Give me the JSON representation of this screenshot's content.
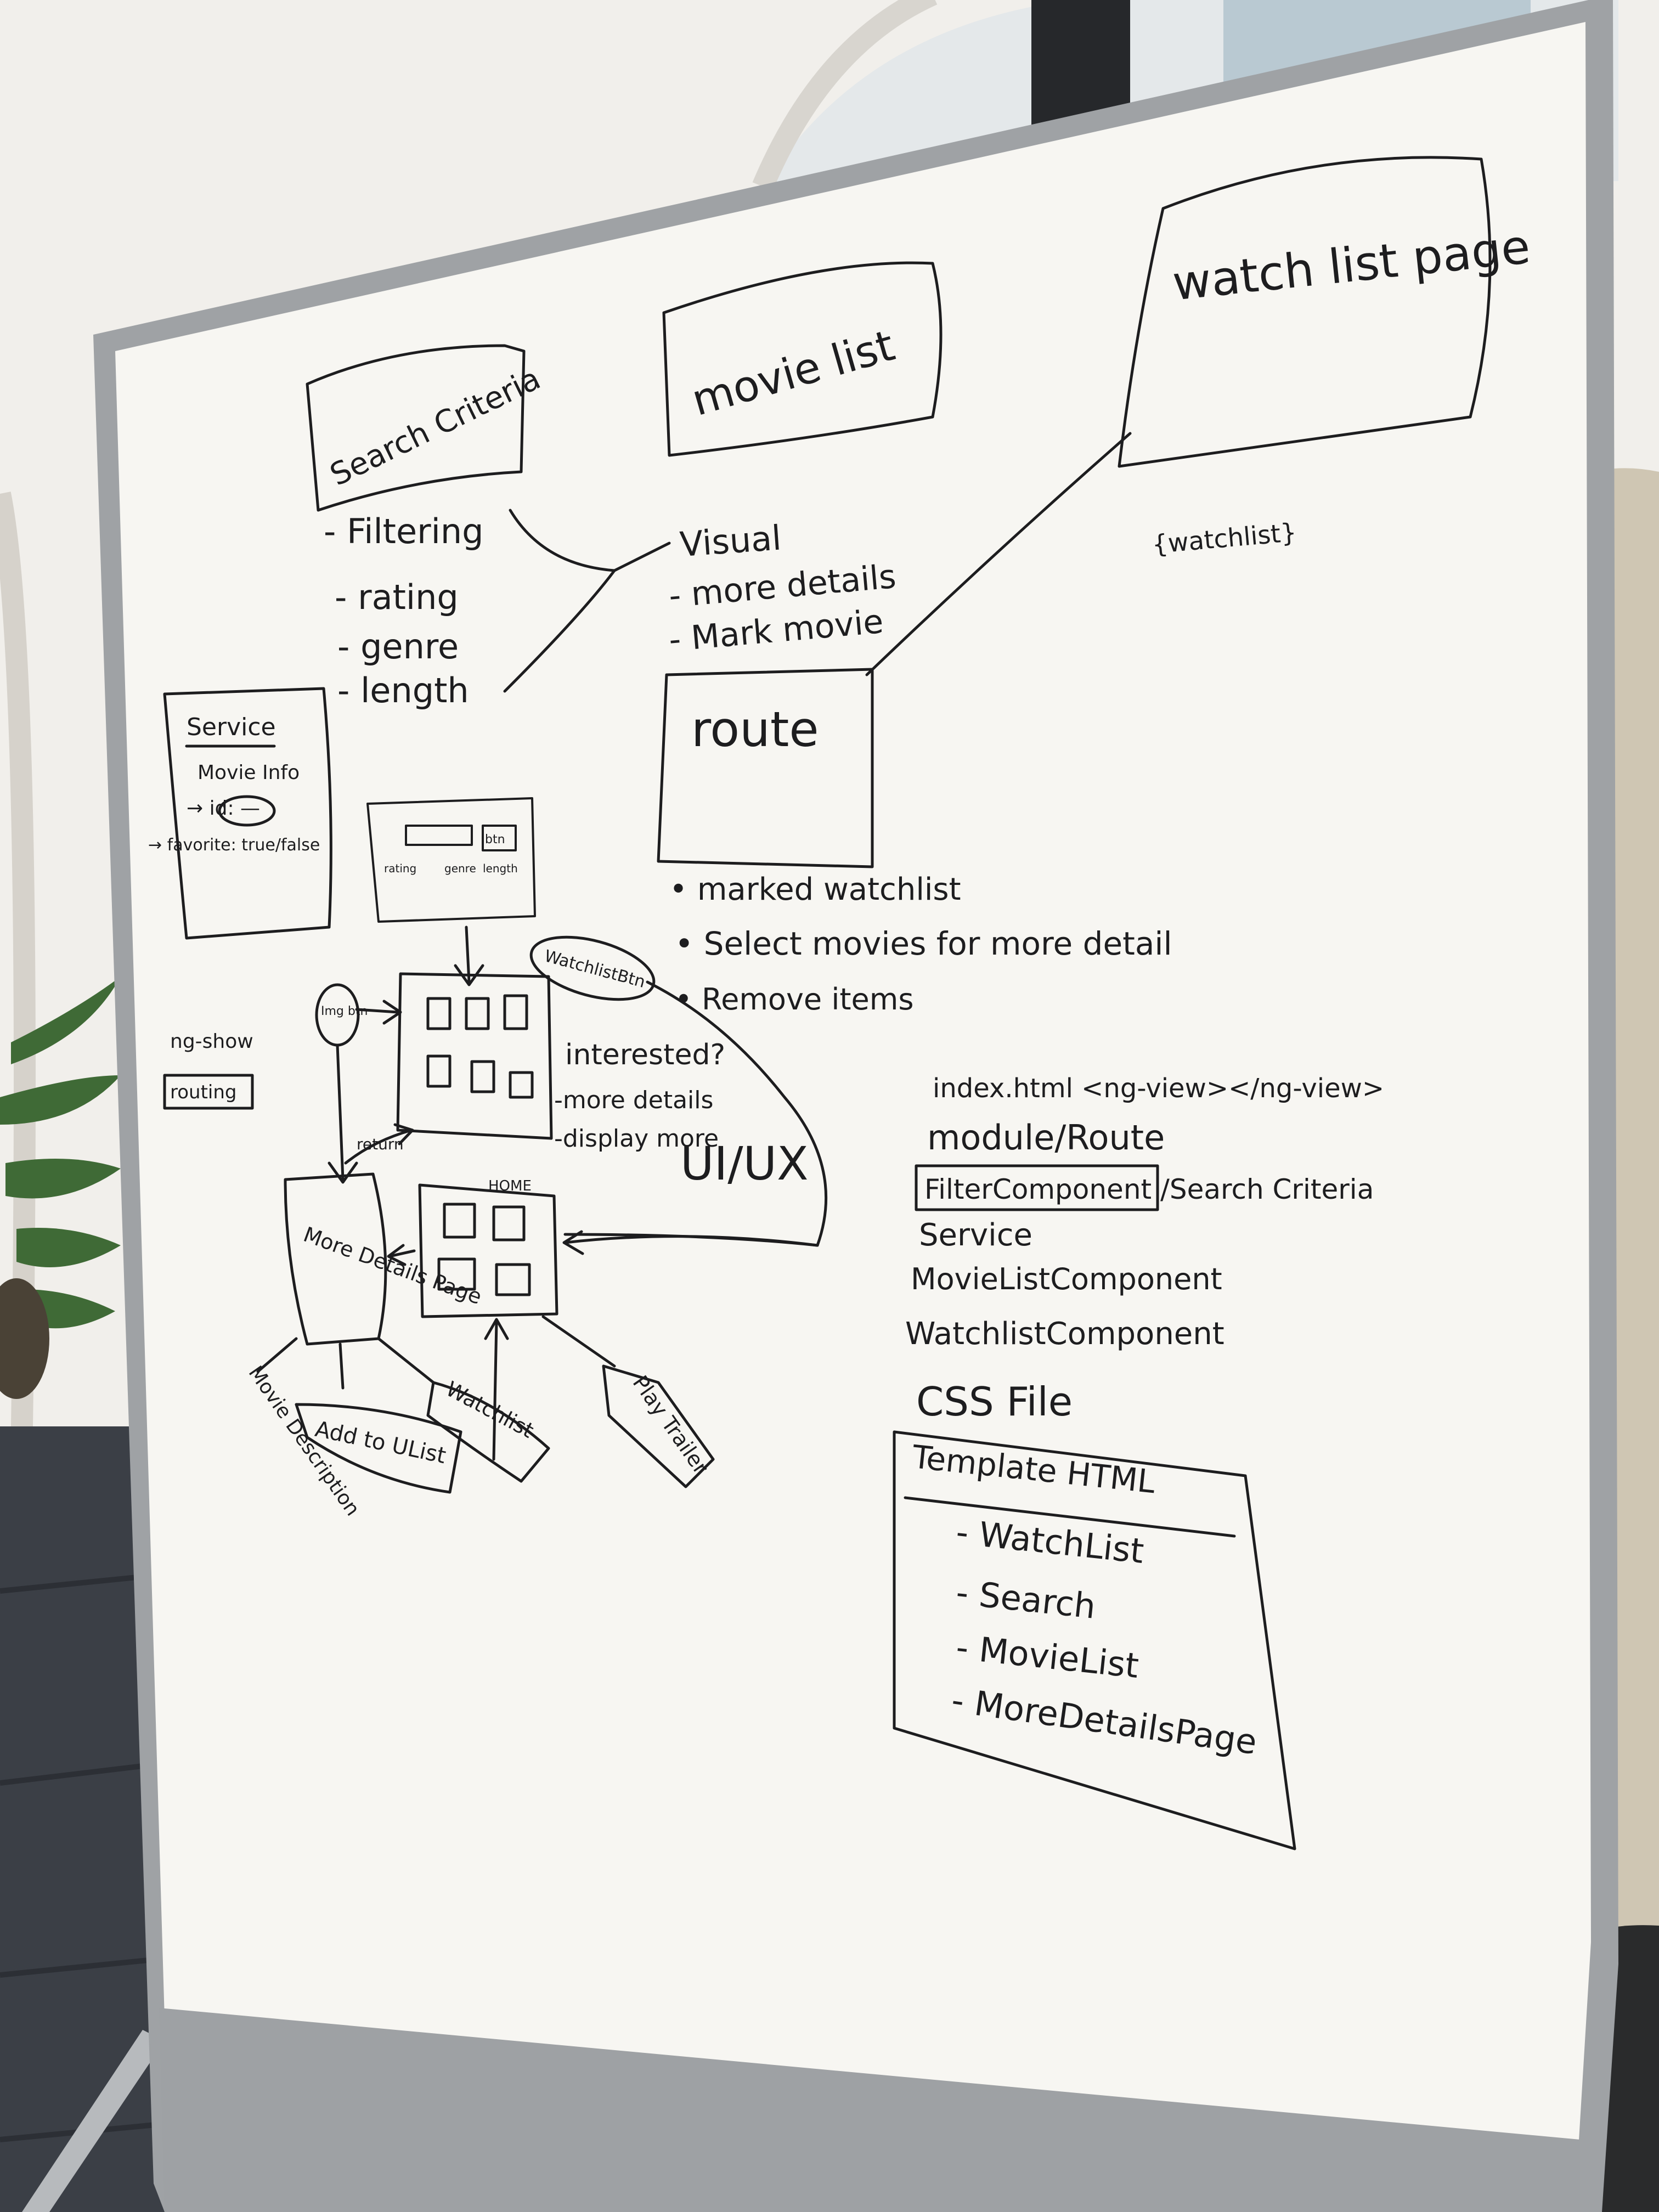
{
  "scene": {
    "colors": {
      "wall": "#f1efeb",
      "whiteboard": "#f7f6f2",
      "frame": "#9fa2a5",
      "floor": "#3b3f46",
      "chair_fabric": "#cfc6b3",
      "marker_ink": "#1d1d1f",
      "plant": "#3f6a36"
    }
  },
  "whiteboard": {
    "search_box": {
      "label": "Search Criteria"
    },
    "movie_list_box": {
      "label": "movie list"
    },
    "watch_list_box": {
      "label": "watch list page"
    },
    "watchlist_tag": "{watchlist}",
    "search_notes": [
      "- Filtering",
      "- rating",
      "- genre",
      "- length"
    ],
    "movie_notes": [
      "Visual",
      "- more details",
      "- Mark movie"
    ],
    "route_box": {
      "label": "route"
    },
    "route_notes": [
      "• marked watchlist",
      "• Select movies for more detail",
      "• Remove items"
    ],
    "service_box": {
      "title": "Service",
      "lines": [
        "Movie Info",
        "→ id: —",
        "→ favorite: true/false"
      ]
    },
    "sketch_search_labels": [
      "rating",
      "genre",
      "length"
    ],
    "sketch_search_btn": "btn",
    "watchlist_btn_label": "WatchlistBtn",
    "image_btn_label": "Img btn",
    "ng_show_label": "ng-show",
    "routing_label": "routing",
    "interest_notes": [
      "interested?",
      "-more details",
      "-display more"
    ],
    "ui_ux_label": "UI/UX",
    "return_label": "return",
    "more_details_box": {
      "label": "More Details Page"
    },
    "home_label": "HOME",
    "movie_description_label": "Movie Description",
    "add_to_list_label": "Add to UList",
    "watchlist_sticker_label": "Watchlist",
    "play_trailer_label": "Play Trailer",
    "file_list": [
      "index.html <ng-view></ng-view>",
      "module/Route",
      "FilterComponent /Search Criteria",
      "Service",
      "MovieListComponent",
      "WatchlistComponent",
      "CSS File"
    ],
    "template_box": {
      "title": "Template HTML",
      "items": [
        "- WatchList",
        "- Search",
        "- MovieList",
        "- MoreDetailsPage"
      ]
    }
  }
}
